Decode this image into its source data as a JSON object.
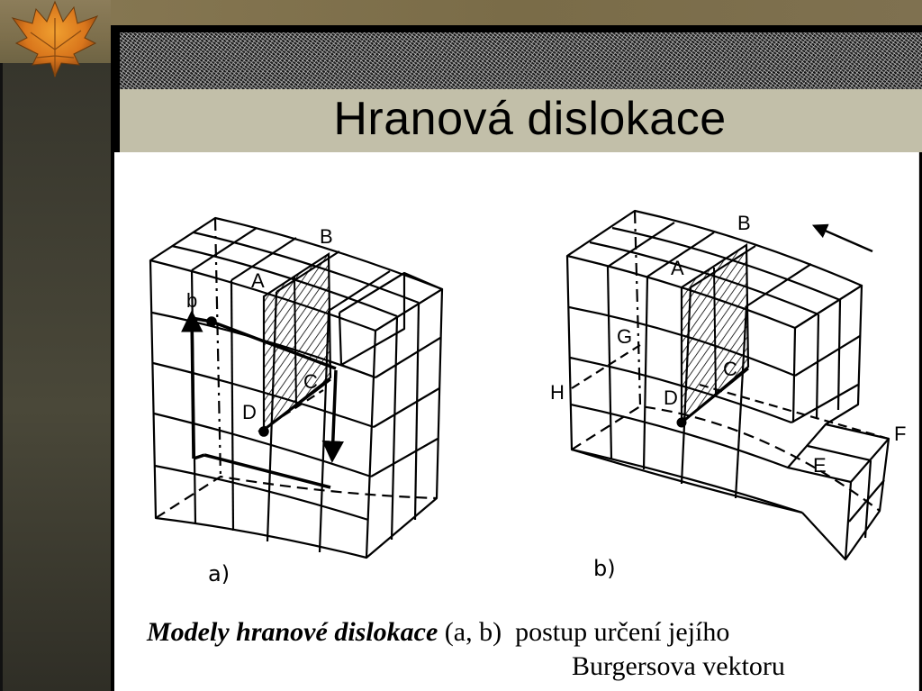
{
  "slide": {
    "title": "Hranová dislokace",
    "decoration": {
      "icon": "maple-leaf-icon",
      "leaf_color": "#d9761c"
    },
    "colors": {
      "left_column": "#3f3d33",
      "top_band": "#857651",
      "title_band": "#c2bfa9",
      "frame": "#000000",
      "content_bg": "#ffffff"
    }
  },
  "figure": {
    "panel_a": {
      "label": "a)",
      "points": {
        "A": "A",
        "B": "B",
        "C": "C",
        "D": "D",
        "b": "b"
      }
    },
    "panel_b": {
      "label": "b)",
      "points": {
        "A": "A",
        "B": "B",
        "C": "C",
        "D": "D",
        "E": "E",
        "F": "F",
        "G": "G",
        "H": "H"
      }
    }
  },
  "caption": {
    "emphasis": "Modely hranové dislokace",
    "parens": " (a, b)",
    "line1_rest": "  postup určení jejího",
    "line2": "Burgersova vektoru"
  }
}
